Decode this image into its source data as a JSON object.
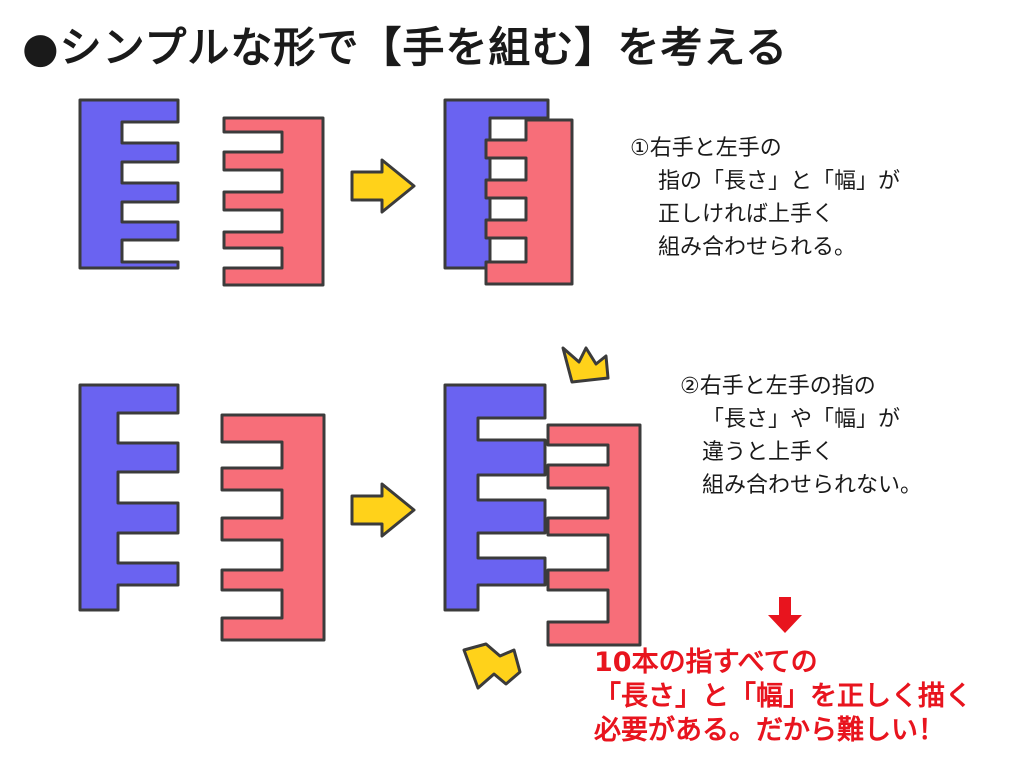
{
  "title": "●シンプルな形で【手を組む】を考える",
  "note1": {
    "lines": [
      "①右手と左手の",
      "指の「長さ」と「幅」が",
      "正しければ上手く",
      "組み合わせられる。"
    ]
  },
  "note2": {
    "lines": [
      "②右手と左手の指の",
      "「長さ」や「幅」が",
      "違うと上手く",
      "組み合わせられない。"
    ]
  },
  "conclusion": {
    "lines": [
      "10本の指すべての",
      "「長さ」と「幅」を正しく描く",
      "必要がある。だから難しい！"
    ]
  },
  "colors": {
    "left_hand": "#6a63f1",
    "right_hand": "#f76e79",
    "arrow": "#ffd21a",
    "conclusion": "#e8141e",
    "outline": "#3b3b3b"
  }
}
